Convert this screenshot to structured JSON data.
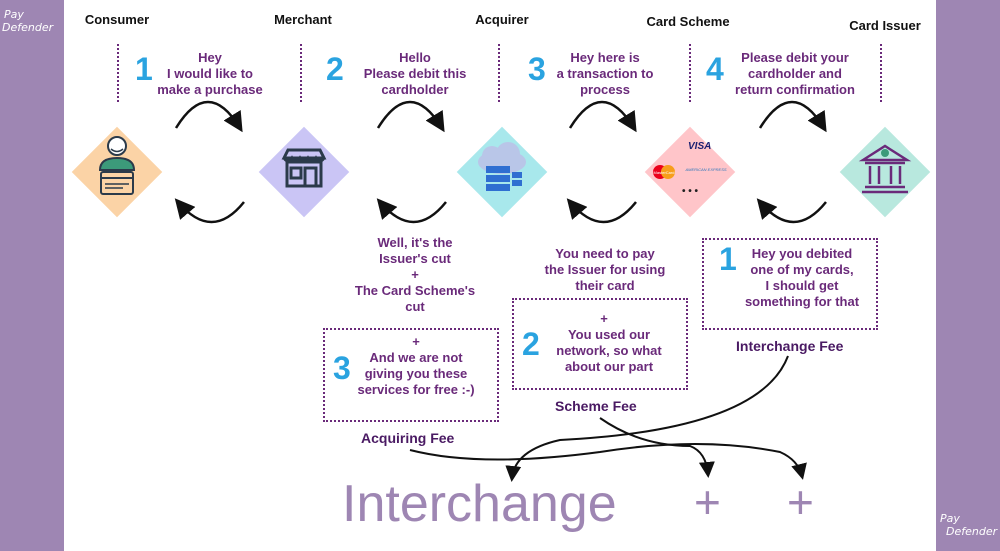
{
  "brand": {
    "line1": "Pay",
    "line2": "Defender"
  },
  "actors": [
    "Consumer",
    "Merchant",
    "Acquirer",
    "Card Scheme",
    "Card Issuer"
  ],
  "flow": [
    {
      "number": "1",
      "lines": [
        "Hey",
        "I would like to",
        "make a purchase"
      ]
    },
    {
      "number": "2",
      "lines": [
        "Hello",
        "Please debit this",
        "cardholder"
      ]
    },
    {
      "number": "3",
      "lines": [
        "Hey here is",
        "a transaction to",
        "process"
      ]
    },
    {
      "number": "4",
      "lines": [
        "Please debit your",
        "cardholder and",
        "return confirmation"
      ]
    }
  ],
  "card_logos": {
    "visa": "VISA",
    "mastercard": "MasterCard",
    "amex": "AMERICAN EXPRESS",
    "more": "• • •"
  },
  "responses": {
    "acquirer_reply": [
      "Well, it's the",
      "Issuer's cut",
      "+",
      "The Card Scheme's",
      "cut"
    ],
    "scheme_reply": [
      "You need to pay",
      "the Issuer for using",
      "their card",
      "+"
    ]
  },
  "fees": [
    {
      "number": "1",
      "lines": [
        "Hey you debited",
        "one of my cards,",
        "I should get",
        "something for that"
      ],
      "label": "Interchange Fee"
    },
    {
      "number": "2",
      "lines": [
        "You used our",
        "network, so what",
        "about our part"
      ],
      "label": "Scheme Fee"
    },
    {
      "number": "3",
      "lines": [
        "+",
        "And we are not",
        "giving you these",
        "services for free :-)"
      ],
      "label": "Acquiring Fee"
    }
  ],
  "formula": {
    "term1": "Interchange",
    "plus": "+"
  },
  "colors": {
    "sidebar": "#9e86b3",
    "text_purple": "#6a2a7a",
    "number_blue": "#2aa3e0",
    "consumer_diamond": "#fbd3a6",
    "merchant_diamond": "#cac5f5",
    "acquirer_diamond": "#a8e8ec",
    "scheme_diamond": "#ffc5c9",
    "issuer_diamond": "#b8e8de"
  },
  "icons": [
    "consumer-avatar-icon",
    "credit-card-icon",
    "shop-icon",
    "cloud-server-icon",
    "visa-logo",
    "mastercard-logo",
    "amex-logo",
    "bank-icon",
    "curved-arrow-icon"
  ]
}
